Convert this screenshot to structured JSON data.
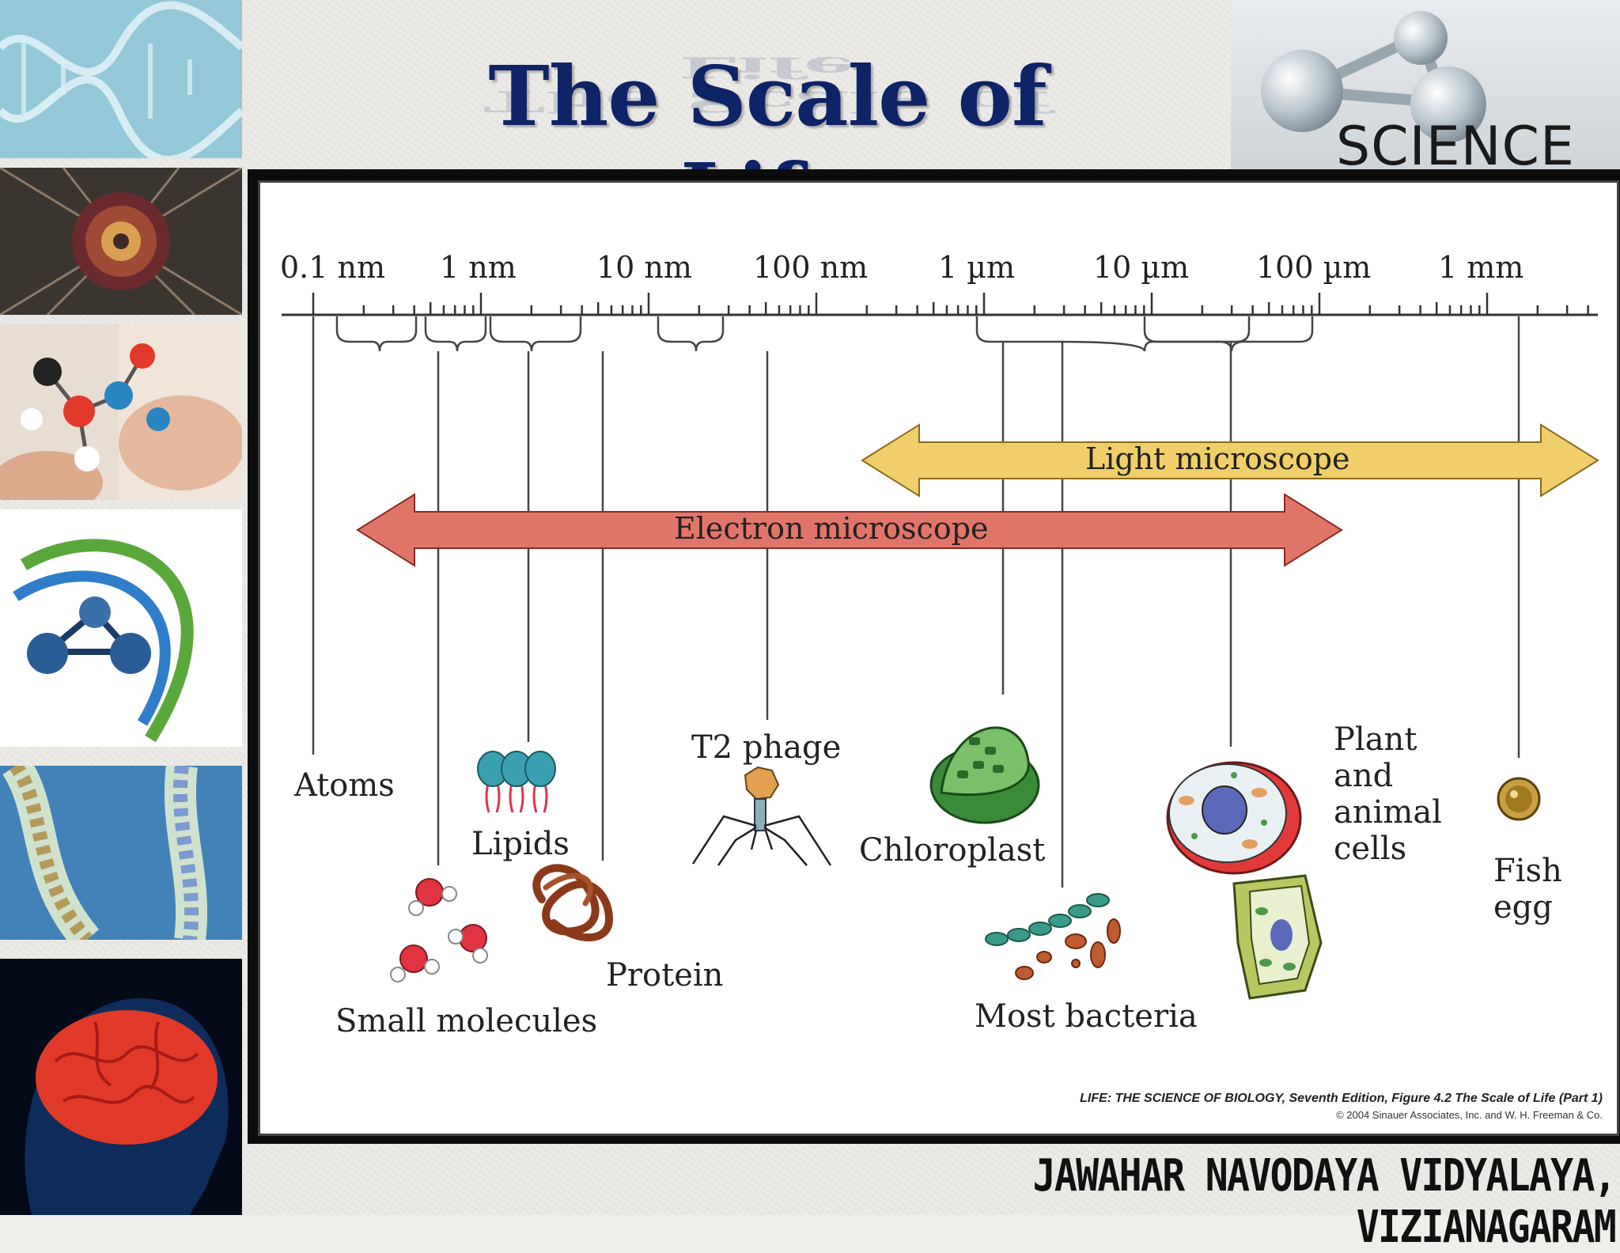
{
  "title": "The Scale of Life",
  "logo_text": "SCIENCE",
  "diagram": {
    "scale_labels": [
      "0.1 nm",
      "1 nm",
      "10 nm",
      "100 nm",
      "1 µm",
      "10 µm",
      "100 µm",
      "1 mm"
    ],
    "ranges": {
      "electron_microscope": "Electron microscope",
      "light_microscope": "Light microscope"
    },
    "items": {
      "atoms": "Atoms",
      "small_molecules": "Small molecules",
      "lipids": "Lipids",
      "protein": "Protein",
      "t2_phage": "T2 phage",
      "chloroplast": "Chloroplast",
      "most_bacteria": "Most bacteria",
      "plant_animal_cells": [
        "Plant",
        "and",
        "animal",
        "cells"
      ],
      "fish_egg": [
        "Fish",
        "egg"
      ]
    },
    "credit_line1": "LIFE: THE SCIENCE OF BIOLOGY, Seventh Edition, Figure 4.2 The Scale of Life (Part 1)",
    "credit_line2": "© 2004 Sinauer Associates, Inc. and W. H. Freeman & Co."
  },
  "footer": "JAWAHAR NAVODAYA VIDYALAYA, VIZIANAGARAM",
  "colors": {
    "title": "#0e2466",
    "electron_arrow": "#e27569",
    "light_arrow": "#f0cf6a"
  }
}
